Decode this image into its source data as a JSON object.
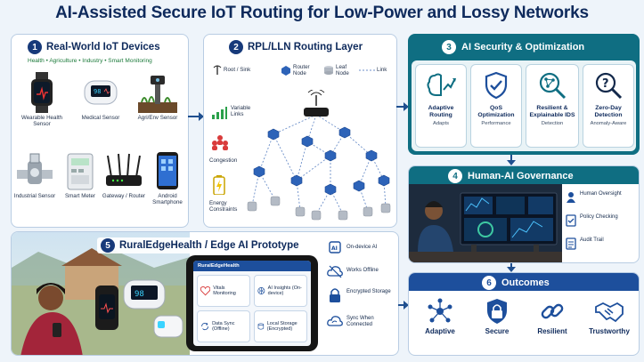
{
  "title": "AI-Assisted Secure IoT Routing for Low-Power and Lossy Networks",
  "panel1": {
    "num": "1",
    "title": "Real-World IoT Devices",
    "subtitle": "Health • Agriculture • Industry • Smart Monitoring",
    "devices": [
      {
        "label": "Wearable Health Sensor",
        "icon": "smartwatch-icon"
      },
      {
        "label": "Medical Sensor",
        "icon": "pulse-oximeter-icon"
      },
      {
        "label": "Agri/Env Sensor",
        "icon": "soil-sensor-icon"
      },
      {
        "label": "Industrial Sensor",
        "icon": "industrial-valve-icon"
      },
      {
        "label": "Smart Meter",
        "icon": "smart-meter-icon"
      },
      {
        "label": "Gateway / Router",
        "icon": "router-icon"
      },
      {
        "label": "Android Smartphone",
        "icon": "smartphone-icon"
      }
    ]
  },
  "panel2": {
    "num": "2",
    "title": "RPL/LLN Routing Layer",
    "legend": [
      "Root / Sink",
      "Router Node",
      "Leaf Node",
      "Link"
    ],
    "side": [
      "Variable Links",
      "Congestion",
      "Energy Constraints"
    ]
  },
  "panel3": {
    "num": "3",
    "title": "AI Security & Optimization",
    "cards": [
      {
        "title": "Adaptive Routing",
        "sub": "Adapts",
        "icon": "brain-icon"
      },
      {
        "title": "QoS Optimization",
        "sub": "Performance",
        "icon": "shield-check-icon"
      },
      {
        "title": "Resilient & Explainable IDS",
        "sub": "Detection",
        "icon": "network-search-icon"
      },
      {
        "title": "Zero-Day Detection",
        "sub": "Anomaly-Aware",
        "icon": "question-search-icon"
      }
    ]
  },
  "panel4": {
    "num": "4",
    "title": "Human-AI Governance",
    "items": [
      "Human Oversight",
      "Policy Checking",
      "Audit Trail"
    ]
  },
  "panel5": {
    "num": "5",
    "title": "RuralEdgeHealth / Edge AI Prototype",
    "app_name": "RuralEdgeHealth",
    "app_cards": [
      {
        "label": "Vitals Monitoring"
      },
      {
        "label": "AI Insights (On-device)"
      },
      {
        "label": "Data Sync (Offline)"
      },
      {
        "label": "Local Storage (Encrypted)"
      }
    ],
    "features": [
      "On-device AI",
      "Works Offline",
      "Encrypted Storage",
      "Sync When Connected"
    ]
  },
  "panel6": {
    "num": "6",
    "title": "Outcomes",
    "items": [
      "Adaptive",
      "Secure",
      "Resilient",
      "Trustworthy"
    ]
  },
  "colors": {
    "navy": "#0e2a5c",
    "teal": "#0f6e82",
    "accent_blue": "#1f6fc4",
    "node_blue": "#2d63b8"
  }
}
